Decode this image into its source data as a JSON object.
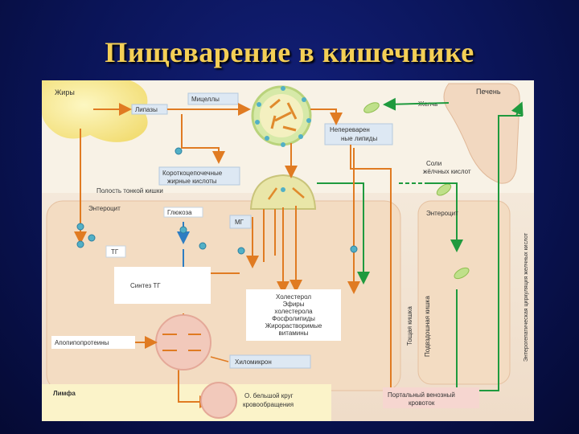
{
  "slide": {
    "title": "Пищеварение в кишечнике"
  },
  "labels": {
    "fats": "Жиры",
    "lipases": "Липазы",
    "micelles": "Мицеллы",
    "liver": "Печень",
    "bile": "Желчь",
    "undigested_1": "Непереварен",
    "undigested_2": "ные липиды",
    "scfa_1": "Короткоцепочечные",
    "scfa_2": "жирные кислоты",
    "bile_salts_1": "Соли",
    "bile_salts_2": "жёлчных кислот",
    "cavity": "Полость тонкой кишки",
    "enterocyte": "Энтероцит",
    "glucose": "Глюкоза",
    "mg": "МГ",
    "tg": "ТГ",
    "tg_synthesis": "Синтез ТГ",
    "enterocyte_right": "Энтероцит",
    "cholesterol": [
      "Холестерол",
      "Эфиры",
      "холестерола",
      "Фосфолипиды",
      "Жирорастворимые",
      "витамины"
    ],
    "apolipoproteins": "Апопипопротеины",
    "chylomicron": "Хиломикрон",
    "lymph": "Лимфа",
    "systemic_1": "О. бельшой круг",
    "systemic_2": "кровообращения",
    "portal_1": "Портальный венозный",
    "portal_2": "кровоток",
    "jejunum": "Тощая кишка",
    "ileum": "Подвздошная кишка",
    "enterohepatic": "Энтерогепатическая циркуляция желчных кислот"
  }
}
